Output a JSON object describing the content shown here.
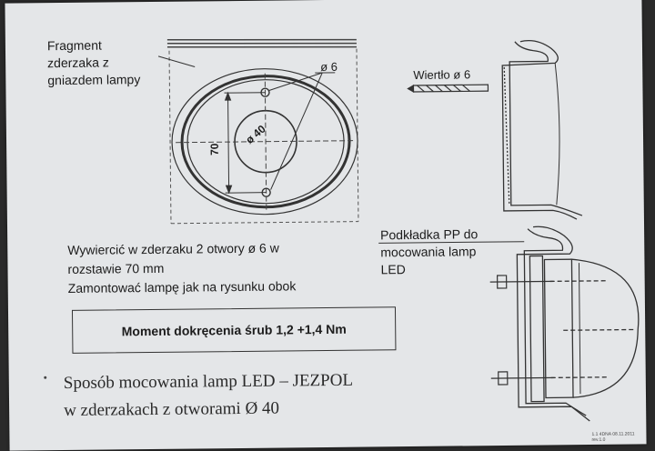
{
  "labels": {
    "fragment": [
      "Fragment",
      "zderzaka z",
      "gniazdem lampy"
    ],
    "hole_diameter": "ø 6",
    "spacing": "70",
    "center_diameter": "ø 40",
    "drill": "Wiertło ø 6",
    "pad": [
      "Podkładka PP do",
      "mocowania lamp",
      "LED"
    ]
  },
  "instructions": [
    "Wywiercić  w zderzaku 2 otwory ø 6 w",
    "rozstawie 70 mm",
    "Zamontować lampę jak na rysunku obok"
  ],
  "torque": "Moment dokręcenia śrub  1,2 +1,4 Nm",
  "title": [
    "Sposób mocowania lamp LED – JEZPOL",
    "w zderzakach z otworami Ø 40"
  ],
  "footnote": "1.1  4DNA  08.11.2011 rev.1.0"
}
